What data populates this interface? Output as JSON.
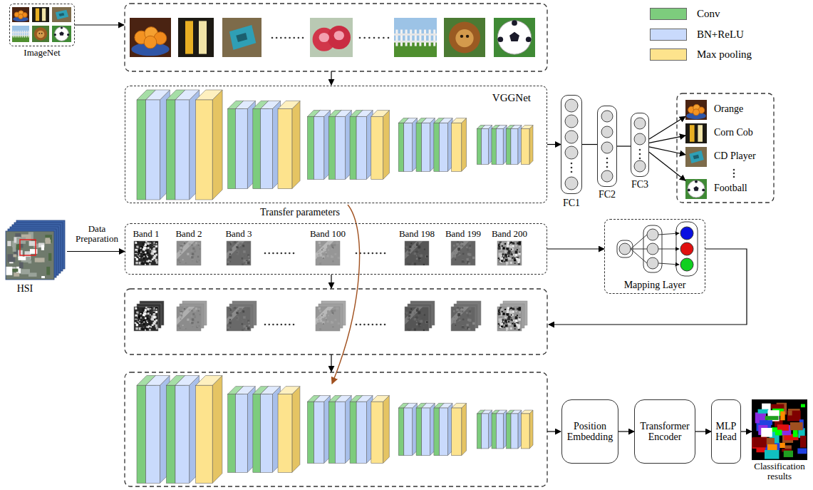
{
  "diagram": {
    "nodes": [
      {
        "text": [
          "ImageNet"
        ]
      },
      {
        "text": [
          "VGGNet"
        ]
      },
      {
        "text": [
          "FC1"
        ]
      },
      {
        "text": [
          "FC2"
        ]
      },
      {
        "text": [
          "FC3"
        ]
      },
      {
        "text": [
          "Orange"
        ]
      },
      {
        "text": [
          "Corn Cob"
        ]
      },
      {
        "text": [
          "CD Player"
        ]
      },
      {
        "text": [
          "Football"
        ]
      },
      {
        "text": [
          "HSI"
        ]
      },
      {
        "text": [
          "Band 1",
          "Band 2",
          "Band 3",
          "Band 100",
          "Band 198",
          "Band 199",
          "Band 200"
        ]
      },
      {
        "text": [
          "Mapping Layer"
        ]
      },
      {
        "text": [
          "Position Embedding"
        ]
      },
      {
        "text": [
          "Transformer Encoder"
        ]
      },
      {
        "text": [
          "MLP Head"
        ]
      },
      {
        "text": [
          "Classification results"
        ]
      }
    ],
    "edges": [
      {
        "from": 1,
        "to": 2,
        "arrow": "to"
      },
      {
        "from": 2,
        "to": 3,
        "arrow": "none"
      },
      {
        "from": 3,
        "to": 4,
        "arrow": "none"
      },
      {
        "from": 4,
        "to": 5,
        "arrow": "to"
      },
      {
        "from": 4,
        "to": 6,
        "arrow": "to"
      },
      {
        "from": 4,
        "to": 7,
        "arrow": "to"
      },
      {
        "from": 4,
        "to": 8,
        "arrow": "to"
      },
      {
        "from": 9,
        "to": 10,
        "label": "Data Preparation",
        "arrow": "to"
      },
      {
        "from": 10,
        "to": 11,
        "arrow": "to"
      },
      {
        "from": 12,
        "to": 13,
        "arrow": "to"
      },
      {
        "from": 13,
        "to": 14,
        "arrow": "to"
      },
      {
        "from": 14,
        "to": 15,
        "arrow": "to"
      }
    ],
    "labels": [
      "Transfer parameters"
    ],
    "legend": [
      {
        "text": "Conv",
        "color": "#7dcc7d"
      },
      {
        "text": "BN+ReLU",
        "color": "#c9dafc"
      },
      {
        "text": "Max pooling",
        "color": "#fde38d"
      }
    ]
  }
}
